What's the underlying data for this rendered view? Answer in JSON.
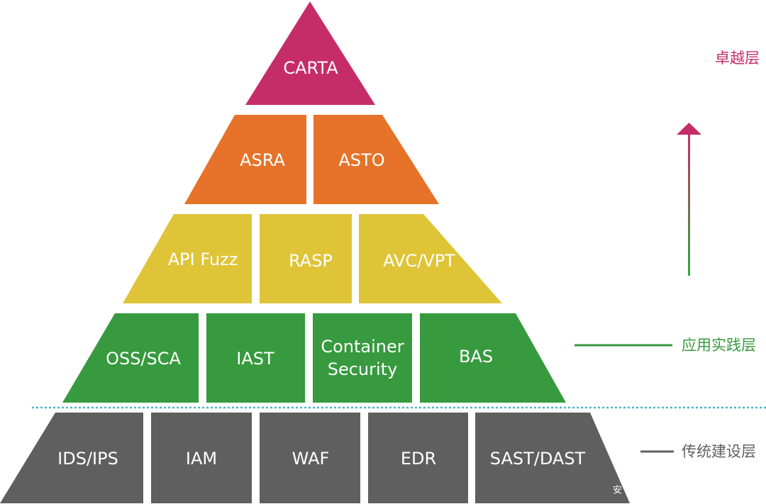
{
  "diagram": {
    "tiers": [
      {
        "id": "tier-carta",
        "color": "#C52D68",
        "blocks": [
          {
            "label": "CARTA"
          }
        ]
      },
      {
        "id": "tier-orange",
        "color": "#E67329",
        "blocks": [
          {
            "label": "ASRA"
          },
          {
            "label": "ASTO"
          }
        ]
      },
      {
        "id": "tier-yellow",
        "color": "#DFC437",
        "blocks": [
          {
            "label": "API Fuzz"
          },
          {
            "label": "RASP"
          },
          {
            "label": "AVC/VPT"
          }
        ]
      },
      {
        "id": "tier-green",
        "color": "#379A3E",
        "blocks": [
          {
            "label": "OSS/SCA"
          },
          {
            "label": "IAST"
          },
          {
            "label": "Container Security"
          },
          {
            "label": "BAS"
          }
        ]
      },
      {
        "id": "tier-gray",
        "color": "#5F5F5F",
        "blocks": [
          {
            "label": "IDS/IPS"
          },
          {
            "label": "IAM"
          },
          {
            "label": "WAF"
          },
          {
            "label": "EDR"
          },
          {
            "label": "SAST/DAST"
          }
        ]
      }
    ],
    "layer_labels": {
      "excellence": {
        "text": "卓越层",
        "color": "#C52D68"
      },
      "application_practice": {
        "text": "应用实践层",
        "color": "#379A3E"
      },
      "traditional_construction": {
        "text": "传统建设层",
        "color": "#5F5F5F"
      }
    },
    "arrow": {
      "direction": "up",
      "color_start": "#2EAA3C",
      "color_end": "#C52D68"
    },
    "divider_color": "#4BB5C9",
    "watermark": "安"
  }
}
